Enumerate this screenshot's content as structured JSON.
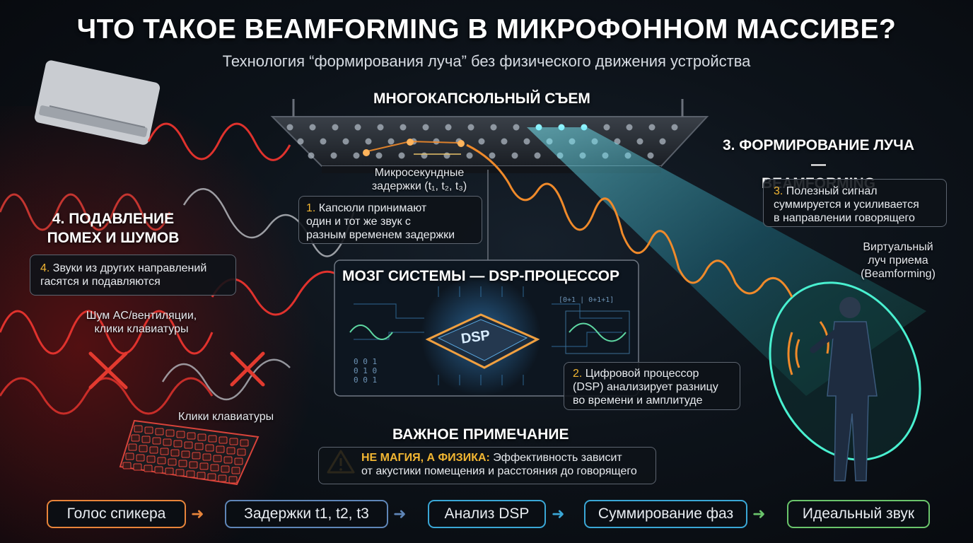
{
  "header": {
    "title": "ЧТО ТАКОЕ BEAMFORMING В МИКРОФОННОМ МАССИВЕ?",
    "subtitle": "Технология “формирования луча” без физического движения устройства"
  },
  "array": {
    "title": "МНОГОКАПСЮЛЬНЫЙ СЪЕМ",
    "delay_label_line1": "Микросекундные",
    "delay_label_line2": "задержки (t₁, t₂, t₃)"
  },
  "step1": {
    "num": "1.",
    "line1": "Капсюли принимают",
    "line2": "один и тот же звук с",
    "line3": "разным временем задержки"
  },
  "dsp": {
    "title": "МОЗГ СИСТЕМЫ — DSP-ПРОЦЕССОР",
    "chip_label": "DSP",
    "binary_a": "[0+1 | 0+1+1]",
    "binary_b": "0 0 1",
    "binary_c": "0 1 0",
    "binary_d": "0 0 1"
  },
  "step2": {
    "num": "2.",
    "line1": "Цифровой процессор",
    "line2": "(DSP) анализирует разницу",
    "line3": "во времени и амплитуде"
  },
  "step3": {
    "title_line1": "3. ФОРМИРОВАНИЕ ЛУЧА —",
    "title_line2": "BEAMFORMING",
    "num": "3.",
    "line1": "Полезный сигнал",
    "line2": "суммируется и усиливается",
    "line3": "в направлении говорящего",
    "beam_label_line1": "Виртуальный",
    "beam_label_line2": "луч приема",
    "beam_label_line3": "(Beamforming)"
  },
  "step4": {
    "title_line1": "4. ПОДАВЛЕНИЕ",
    "title_line2": "ПОМЕХ И ШУМОВ",
    "num": "4.",
    "line1": "Звуки из других направлений",
    "line2": "гасятся и подавляются",
    "noise_label_line1": "Шум AC/вентиляции,",
    "noise_label_line2": "клики клавиатуры",
    "keyboard_label": "Клики клавиатуры"
  },
  "note": {
    "title": "ВАЖНОЕ ПРИМЕЧАНИЕ",
    "bold": "НЕ МАГИЯ, А ФИЗИКА:",
    "line1_rest": " Эффективность зависит",
    "line2": "от акустики помещения и расстояния до говорящего"
  },
  "flow": [
    {
      "label": "Голос спикера",
      "color": "#e8843a"
    },
    {
      "label": "Задержки t1, t2, t3",
      "color": "#5f86b8"
    },
    {
      "label": "Анализ DSP",
      "color": "#3aa7d6"
    },
    {
      "label": "Суммирование фаз",
      "color": "#3aa7d6"
    },
    {
      "label": "Идеальный звук",
      "color": "#6ac46b"
    }
  ],
  "colors": {
    "noise": "#e0322d",
    "signal": "#f08a2a",
    "beam": "#39d3e6",
    "warning": "#f2b632"
  }
}
